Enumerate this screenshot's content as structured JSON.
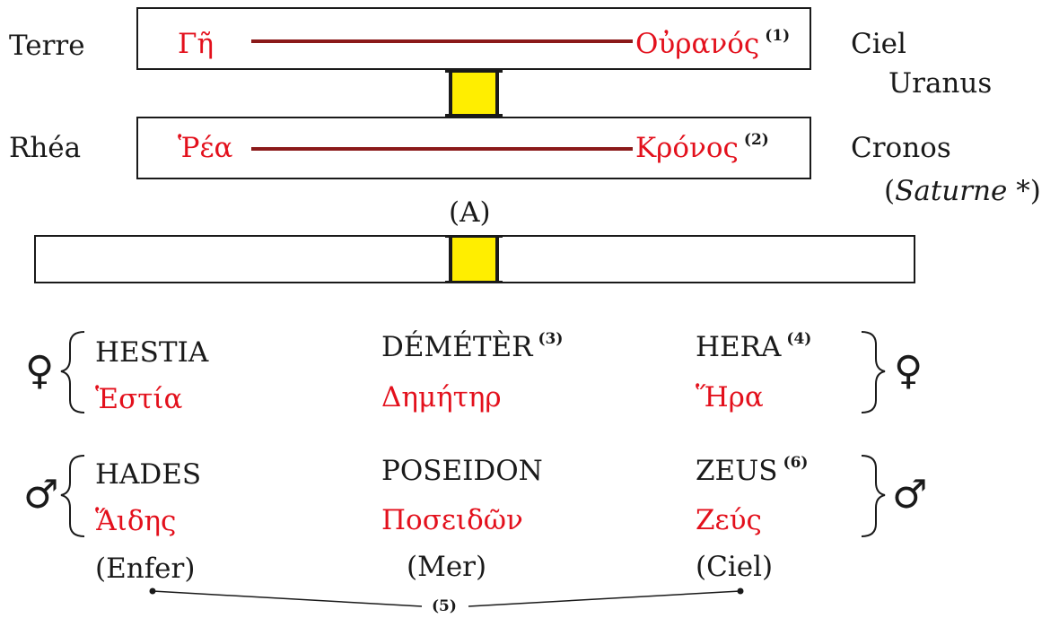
{
  "top": {
    "row1": {
      "left_fr": "Terre",
      "greek_left": "Γῆ",
      "greek_right": "Οὐρανός",
      "note": "(1)",
      "right_fr_1": "Ciel",
      "right_fr_2": "Uranus"
    },
    "row2": {
      "left_fr": "Rhéa",
      "greek_left": "Ῥέα",
      "greek_right": "Κρόνος",
      "note": "(2)",
      "right_fr_1": "Cronos",
      "right_fr_2_open": "(",
      "right_fr_2_italic": "Saturne",
      "right_fr_2_close": " *)"
    },
    "label_A": "(A)"
  },
  "symbols": {
    "female": "♀",
    "male": "♂"
  },
  "goddesses": [
    {
      "name": "HESTIA",
      "note": "",
      "greek": "Ἑστία"
    },
    {
      "name": "DÉMÉTÈR",
      "note": "(3)",
      "greek": "Δημήτηρ"
    },
    {
      "name": "HERA",
      "note": "(4)",
      "greek": "Ἥρα"
    }
  ],
  "gods": [
    {
      "name": "HADES",
      "note": "",
      "greek": "Ἅιδης",
      "domain": "(Enfer)"
    },
    {
      "name": "POSEIDON",
      "note": "",
      "greek": "Ποσειδῶν",
      "domain": "(Mer)"
    },
    {
      "name": "ZEUS",
      "note": "(6)",
      "greek": "Ζεύς",
      "domain": "(Ciel)"
    }
  ],
  "bottom_note": "(5)"
}
